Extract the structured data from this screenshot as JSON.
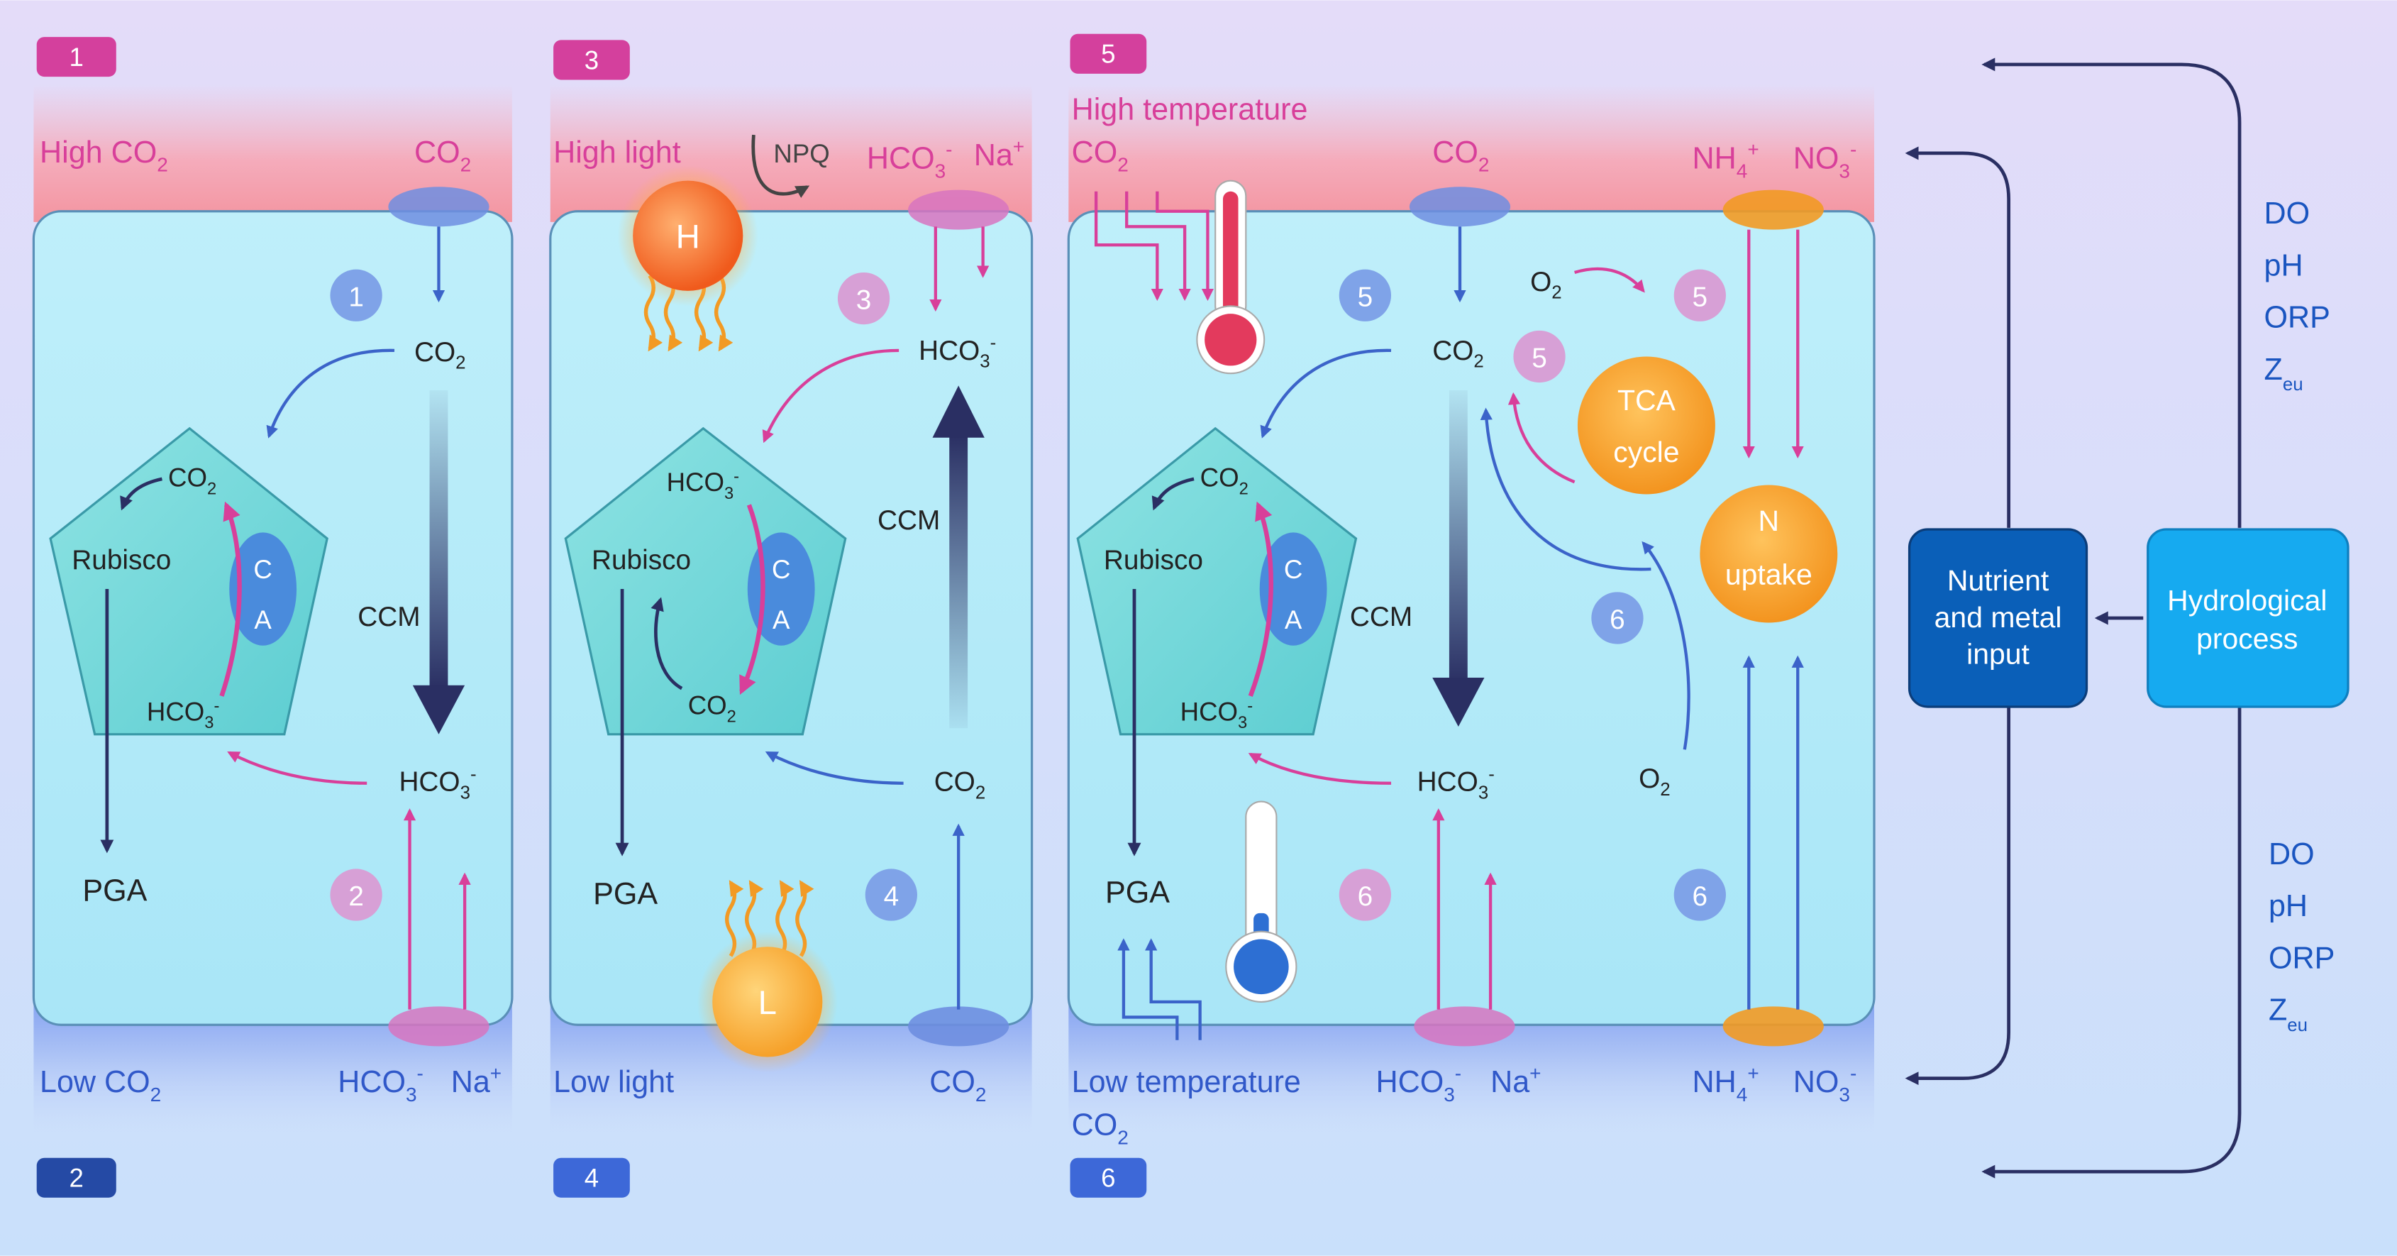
{
  "colors": {
    "pink": "#d83f9a",
    "blue": "#3058c9",
    "navy": "#2a2f63",
    "lightblue_badge": "#7fa3e8",
    "pink_badge": "#d7a0d6",
    "orange": "#f29a24"
  },
  "panels": [
    {
      "tag_top": "1",
      "tag_bottom": "2",
      "top_label": "High CO",
      "top_label_sub": "2",
      "bottom_label": "Low CO",
      "bottom_label_sub": "2",
      "top_ion": "CO",
      "top_ion_sub": "2",
      "bottom_ion1": "HCO",
      "bottom_ion1_sub": "3",
      "bottom_ion1_sup": "-",
      "bottom_ion2": "Na",
      "bottom_ion2_sup": "+",
      "inner_top": "CO",
      "inner_top_sub": "2",
      "inner_bottom": "HCO",
      "inner_bottom_sub": "3",
      "inner_bottom_sup": "-",
      "ccm": "CCM",
      "badge_top": "1",
      "badge_bottom": "2",
      "pent_top": "CO",
      "pent_top_sub": "2",
      "pent_bottom": "HCO",
      "pent_bottom_sub": "3",
      "pent_bottom_sup": "-",
      "rubisco": "Rubisco",
      "ca_c": "C",
      "ca_a": "A",
      "pga": "PGA"
    },
    {
      "tag_top": "3",
      "tag_bottom": "4",
      "top_label": "High light",
      "bottom_label": "Low light",
      "npq": "NPQ",
      "top_ion1": "HCO",
      "top_ion1_sub": "3",
      "top_ion1_sup": "-",
      "top_ion2": "Na",
      "top_ion2_sup": "+",
      "bottom_ion": "CO",
      "bottom_ion_sub": "2",
      "inner_top": "HCO",
      "inner_top_sub": "3",
      "inner_top_sup": "-",
      "inner_bottom": "CO",
      "inner_bottom_sub": "2",
      "ccm": "CCM",
      "badge_top": "3",
      "badge_bottom": "4",
      "sun_high": "H",
      "sun_low": "L",
      "pent_top": "HCO",
      "pent_top_sub": "3",
      "pent_top_sup": "-",
      "pent_bottom": "CO",
      "pent_bottom_sub": "2",
      "rubisco": "Rubisco",
      "ca_c": "C",
      "ca_a": "A",
      "pga": "PGA"
    },
    {
      "tag_top": "5",
      "tag_bottom": "6",
      "top_label": "High temperature",
      "top_label2": "CO",
      "top_label2_sub": "2",
      "bottom_label": "Low temperature",
      "bottom_label2": "CO",
      "bottom_label2_sub": "2",
      "top_ion": "CO",
      "top_ion_sub": "2",
      "top_ion_n1": "NH",
      "top_ion_n1_sub": "4",
      "top_ion_n1_sup": "+",
      "top_ion_n2": "NO",
      "top_ion_n2_sub": "3",
      "top_ion_n2_sup": "-",
      "bottom_ion1": "HCO",
      "bottom_ion1_sub": "3",
      "bottom_ion1_sup": "-",
      "bottom_ion2": "Na",
      "bottom_ion2_sup": "+",
      "bottom_ion_n1": "NH",
      "bottom_ion_n1_sub": "4",
      "bottom_ion_n1_sup": "+",
      "bottom_ion_n2": "NO",
      "bottom_ion_n2_sub": "3",
      "bottom_ion_n2_sup": "-",
      "inner_top": "CO",
      "inner_top_sub": "2",
      "inner_bottom": "HCO",
      "inner_bottom_sub": "3",
      "inner_bottom_sup": "-",
      "o2_top": "O",
      "o2_top_sub": "2",
      "o2_bottom": "O",
      "o2_bottom_sub": "2",
      "ccm": "CCM",
      "tca_line1": "TCA",
      "tca_line2": "cycle",
      "n_line1": "N",
      "n_line2": "uptake",
      "badges": [
        "5",
        "5",
        "5",
        "6",
        "6",
        "6"
      ],
      "pent_top": "CO",
      "pent_top_sub": "2",
      "pent_bottom": "HCO",
      "pent_bottom_sub": "3",
      "pent_bottom_sup": "-",
      "rubisco": "Rubisco",
      "ca_c": "C",
      "ca_a": "A",
      "pga": "PGA"
    }
  ],
  "nutrient_box": {
    "line1": "Nutrient",
    "line2": "and metal",
    "line3": "input"
  },
  "hydro_box": {
    "line1": "Hydrological",
    "line2": "process"
  },
  "params_top": {
    "p1": "DO",
    "p2": "pH",
    "p3": "ORP",
    "p4": "Z",
    "p4_sub": "eu"
  },
  "params_bottom": {
    "p1": "DO",
    "p2": "pH",
    "p3": "ORP",
    "p4": "Z",
    "p4_sub": "eu"
  }
}
